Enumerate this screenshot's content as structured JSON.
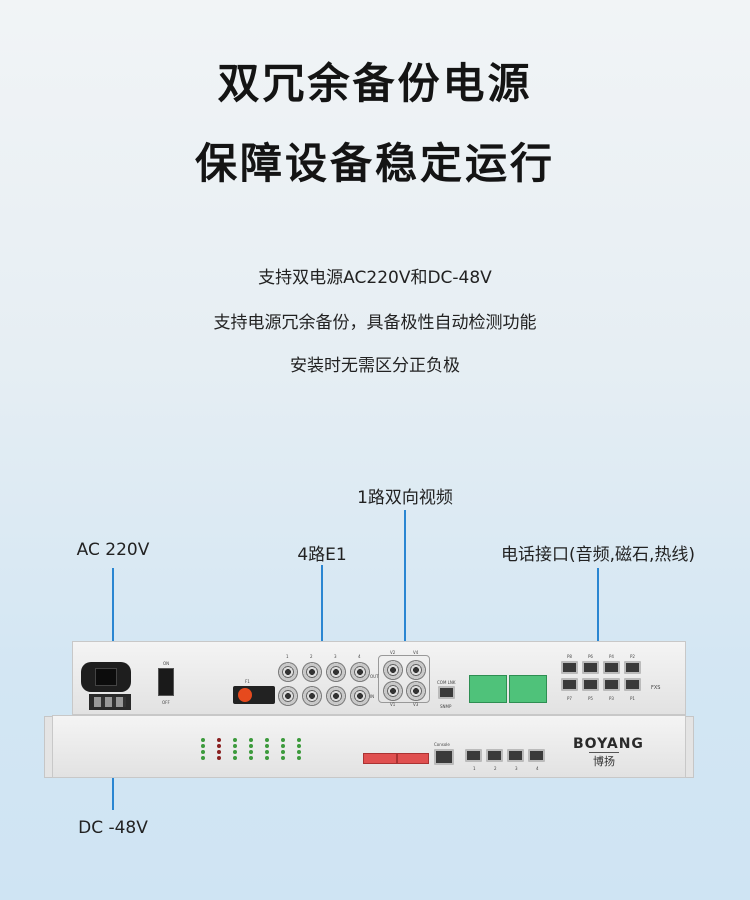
{
  "headline": {
    "line1": "双冗余备份电源",
    "line2": "保障设备稳定运行"
  },
  "features": [
    "支持双电源AC220V和DC-48V",
    "支持电源冗余备份，具备极性自动检测功能",
    "安装时无需区分正负极"
  ],
  "callouts": {
    "video": "1路双向视频",
    "e1": "4路E1",
    "ac": "AC 220V",
    "phone": "电话接口(音频,磁石,热线)",
    "dc": "DC -48V"
  },
  "device": {
    "switch_on": "ON",
    "switch_off": "OFF",
    "fuse": "F1",
    "e1_ports": [
      "1",
      "2",
      "3",
      "4"
    ],
    "e1_out": "OUT",
    "e1_in": "IN",
    "video_ports": [
      "V2",
      "V4",
      "V1",
      "V3"
    ],
    "com_link": "COM LNK",
    "snmp": "SNMP",
    "fxs_top": [
      "P8",
      "P6",
      "P4",
      "P2"
    ],
    "fxs_bottom": [
      "P7",
      "P5",
      "P3",
      "P1"
    ],
    "fxs": "FXS",
    "console": "Console",
    "lan_ports": [
      "1",
      "2",
      "3",
      "4"
    ],
    "brand": "BOYANG",
    "brand_cn": "博扬",
    "accent": "#2a86d2"
  }
}
